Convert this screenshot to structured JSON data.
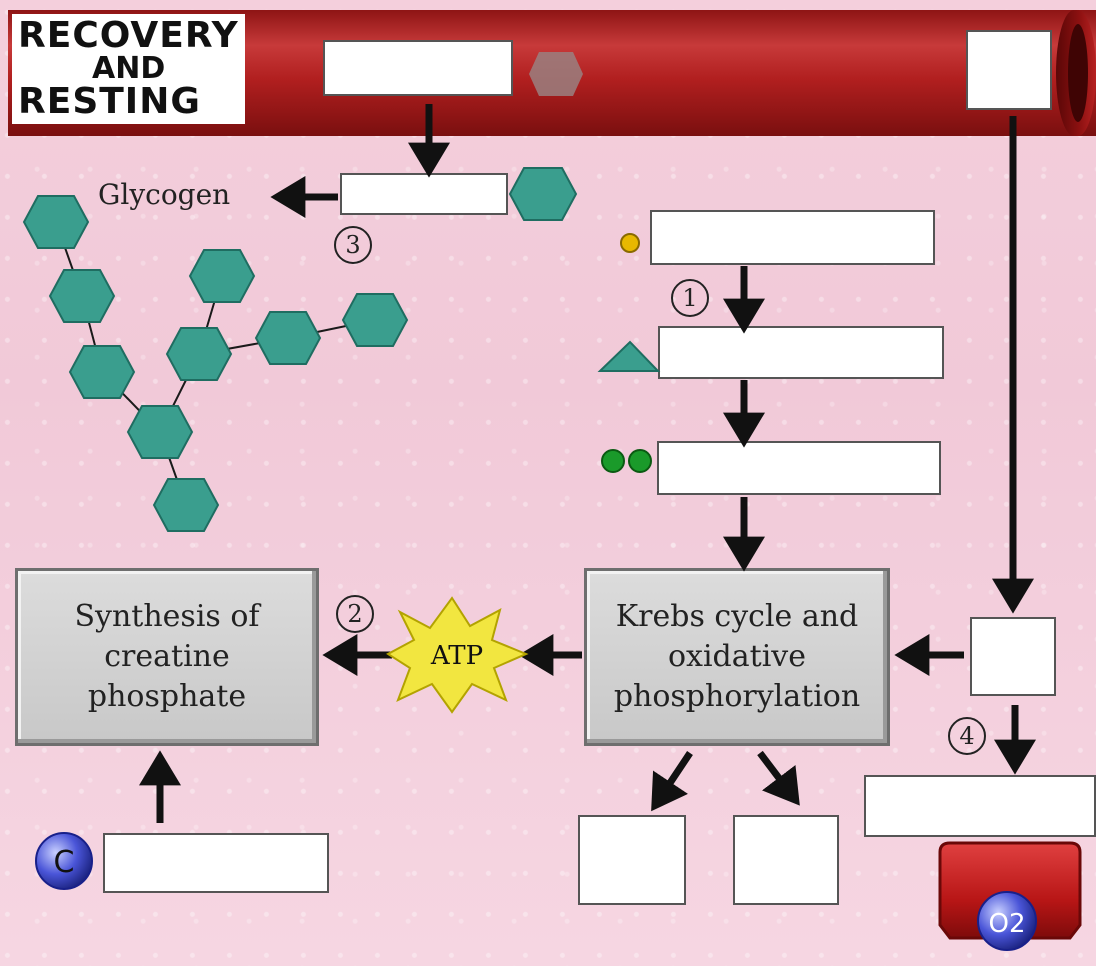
{
  "title": {
    "line1": "Recovery",
    "line2": "and",
    "line3": "Resting"
  },
  "labels": {
    "glycogen": "Glycogen",
    "synthesis": "Synthesis of creatine phosphate",
    "krebs": "Krebs cycle and oxidative phosphorylation",
    "atp": "ATP",
    "creatine_symbol": "C",
    "oxygen_symbol": "O2"
  },
  "steps": [
    "1",
    "2",
    "3",
    "4"
  ],
  "colors": {
    "glucose": "#3a9e8e",
    "vessel": "#b11f1f",
    "atp": "#f2e640",
    "creatine": "#4a55d8",
    "pyruvate_dot": "#e8b800",
    "acetyl_dots": "#1a9a2a"
  }
}
